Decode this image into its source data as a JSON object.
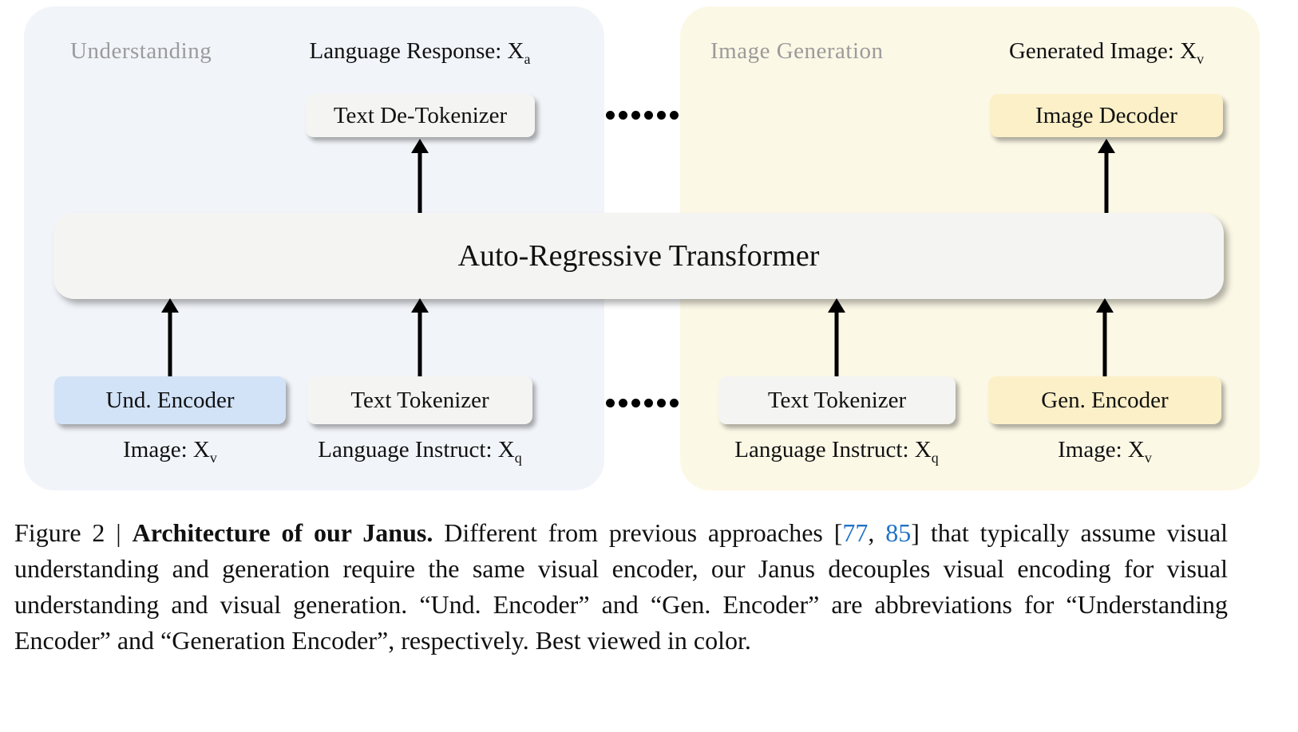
{
  "figure": {
    "panels": {
      "understanding": {
        "title": "Understanding",
        "output_label": {
          "text": "Language Response: X",
          "sub": "a"
        },
        "boxes": {
          "detokenizer": "Text De-Tokenizer",
          "und_encoder": "Und. Encoder",
          "text_tokenizer": "Text Tokenizer"
        },
        "inputs": {
          "image": {
            "text": "Image: X",
            "sub": "v"
          },
          "language": {
            "text": "Language Instruct: X",
            "sub": "q"
          }
        }
      },
      "generation": {
        "title": "Image Generation",
        "output_label": {
          "text": "Generated Image: X",
          "sub": "v"
        },
        "boxes": {
          "decoder": "Image Decoder",
          "text_tokenizer": "Text Tokenizer",
          "gen_encoder": "Gen. Encoder"
        },
        "inputs": {
          "language": {
            "text": "Language Instruct: X",
            "sub": "q"
          },
          "image": {
            "text": "Image: X",
            "sub": "v"
          }
        }
      }
    },
    "transformer_label": "Auto-Regressive Transformer",
    "colors": {
      "understanding_panel_bg": "#f1f4f9",
      "generation_panel_bg": "#fcf8e6",
      "und_encoder_bg": "#d2e3f8",
      "generation_box_bg": "#fcf0c8",
      "neutral_box_bg": "#f4f4f3",
      "panel_title_gray": "#9b9b9b",
      "citation_blue": "#1f72c8"
    }
  },
  "caption": {
    "figure_label": "Figure 2 | ",
    "bold_title": "Architecture of our Janus.",
    "text_1": " Different from previous approaches [",
    "citation_1": "77",
    "citation_separator": ", ",
    "citation_2": "85",
    "text_2": "] that typically assume visual understanding and generation require the same visual encoder, our Janus decouples visual encoding for visual understanding and visual generation. “Und. Encoder” and “Gen. Encoder” are abbreviations for “Understanding Encoder” and “Generation Encoder”, respectively. Best viewed in color."
  }
}
